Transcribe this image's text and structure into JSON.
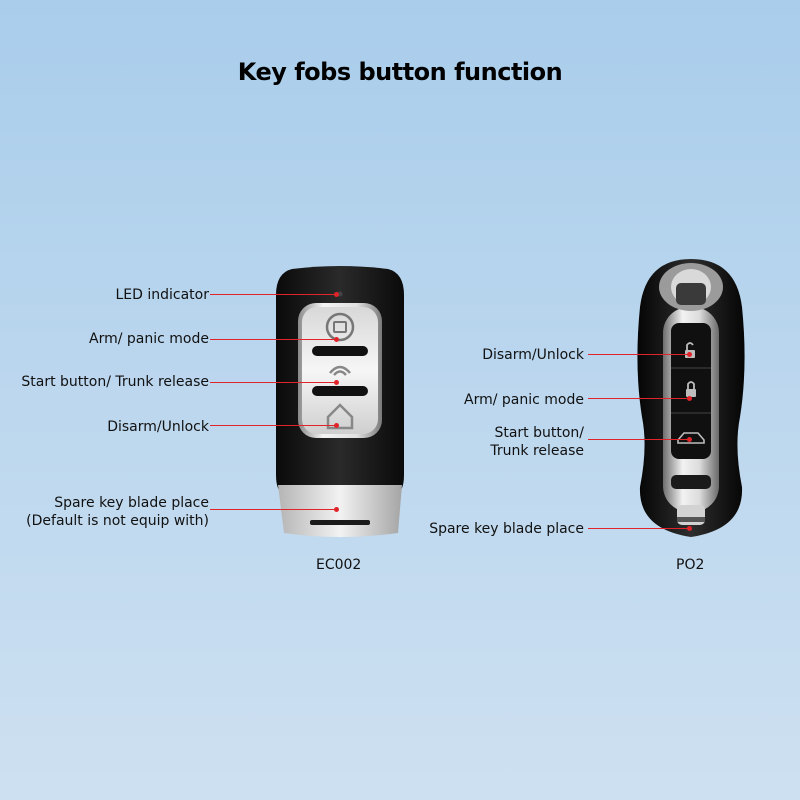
{
  "title": "Key fobs button function",
  "colors": {
    "leader": "#e0242a",
    "background_top": "#a9cdeb",
    "background_bottom": "#cde0f1"
  },
  "ec002": {
    "caption": "EC002",
    "labels": {
      "led": "LED indicator",
      "arm": "Arm/ panic mode",
      "start": "Start button/ Trunk release",
      "disarm": "Disarm/Unlock",
      "spare_line1": "Spare key blade place",
      "spare_line2": "(Default is not equip with)"
    },
    "button_icons": [
      "lock-icon",
      "remote-signal-icon",
      "house-unlock-icon"
    ]
  },
  "po2": {
    "caption": "PO2",
    "labels": {
      "disarm": "Disarm/Unlock",
      "arm": "Arm/ panic mode",
      "start_line1": "Start button/",
      "start_line2": "Trunk release",
      "spare": "Spare key blade place"
    },
    "button_icons": [
      "unlock-padlock-icon",
      "padlock-icon",
      "suv-trunk-icon"
    ]
  }
}
